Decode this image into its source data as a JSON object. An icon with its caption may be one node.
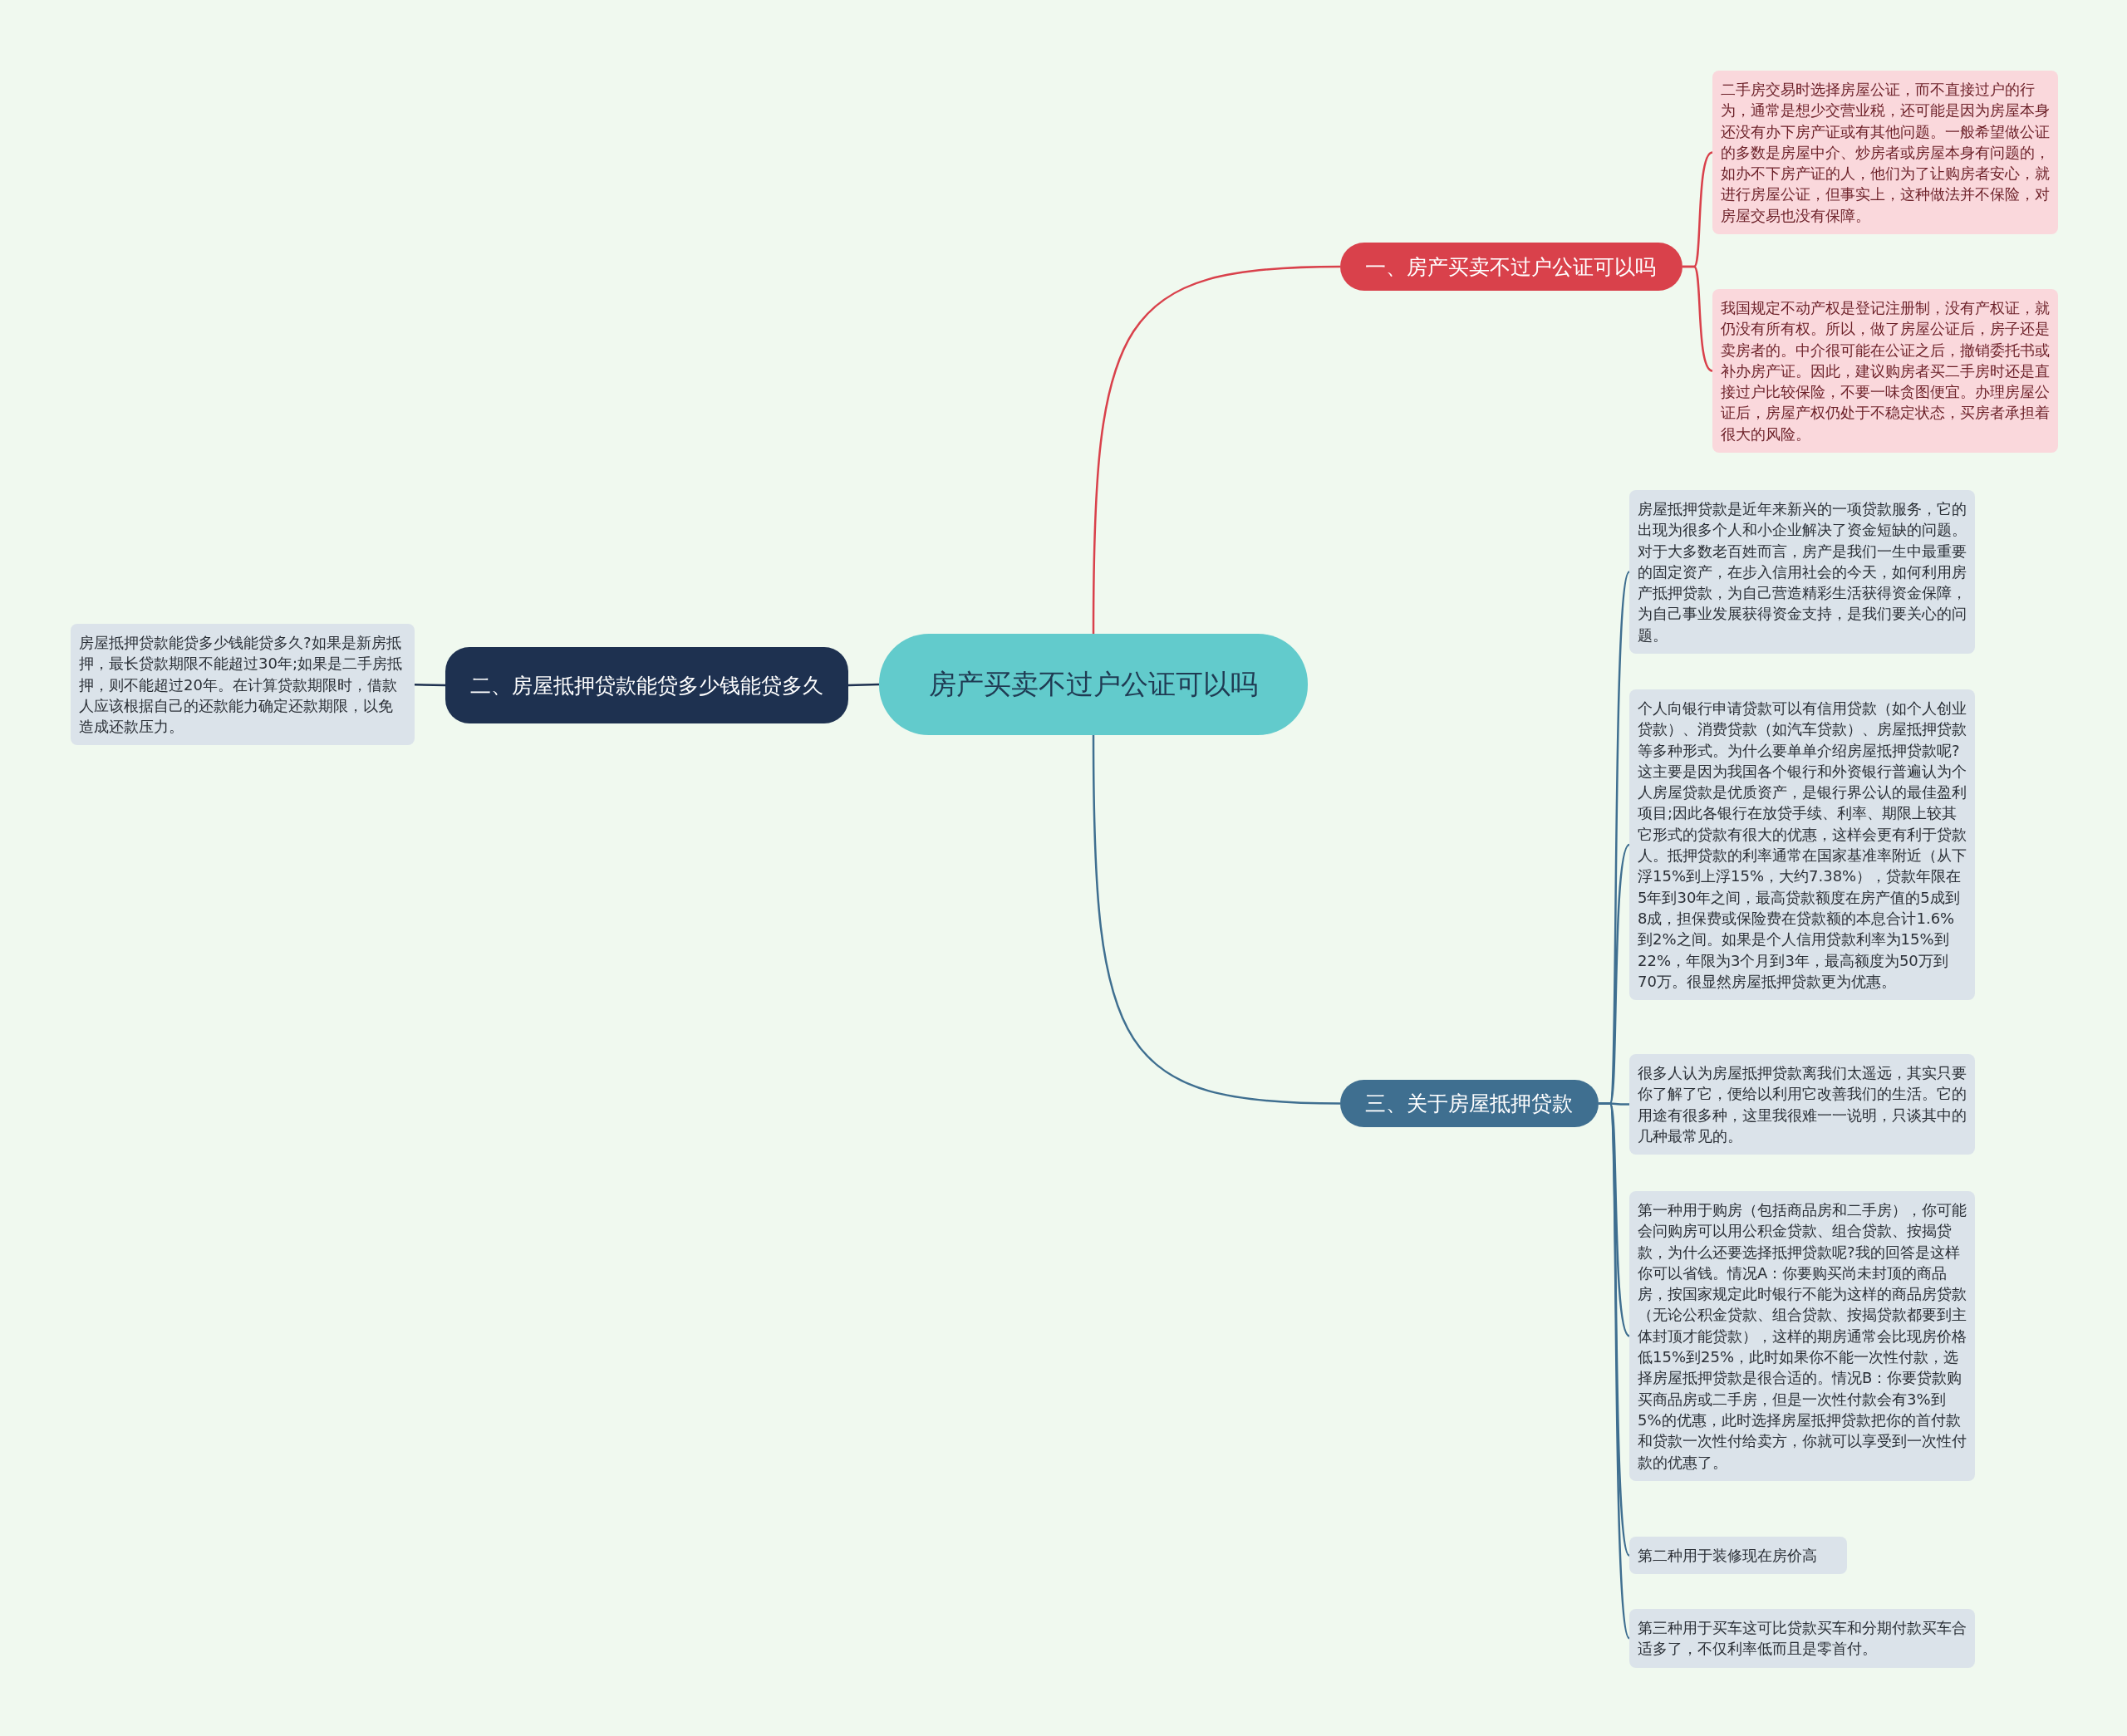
{
  "diagram": {
    "nodes": [
      {
        "text": [
          "房产买卖不过户公证可以吗"
        ]
      },
      {
        "text": [
          "一、房产买卖不过户公证可以吗"
        ]
      },
      {
        "text": [
          "二手房交易时选择房屋公证，而不直接过户的行为，通常是想少交营业税，还可能是因为房屋本身还没有办下房产证或有其他问题。一般希望做公证的多数是房屋中介、炒房者或房屋本身有问题的，如办不下房产证的人，他们为了让购房者安心，就进行房屋公证，但事实上，这种做法并不保险，对房屋交易也没有保障。"
        ]
      },
      {
        "text": [
          "我国规定不动产权是登记注册制，没有产权证，就仍没有所有权。所以，做了房屋公证后，房子还是卖房者的。中介很可能在公证之后，撤销委托书或补办房产证。因此，建议购房者买二手房时还是直接过户比较保险，不要一味贪图便宜。办理房屋公证后，房屋产权仍处于不稳定状态，买房者承担着很大的风险。"
        ]
      },
      {
        "text": [
          "二、房屋抵押贷款能贷多少钱能贷多久"
        ]
      },
      {
        "text": [
          "房屋抵押贷款能贷多少钱能贷多久?如果是新房抵押，最长贷款期限不能超过30年;如果是二手房抵押，则不能超过20年。在计算贷款期限时，借款人应该根据自己的还款能力确定还款期限，以免造成还款压力。"
        ]
      },
      {
        "text": [
          "三、关于房屋抵押贷款"
        ]
      },
      {
        "text": [
          "房屋抵押贷款是近年来新兴的一项贷款服务，它的出现为很多个人和小企业解决了资金短缺的问题。对于大多数老百姓而言，房产是我们一生中最重要的固定资产，在步入信用社会的今天，如何利用房产抵押贷款，为自己营造精彩生活获得资金保障，为自己事业发展获得资金支持，是我们要关心的问题。"
        ]
      },
      {
        "text": [
          "个人向银行申请贷款可以有信用贷款（如个人创业贷款）、消费贷款（如汽车贷款）、房屋抵押贷款等多种形式。为什么要单单介绍房屋抵押贷款呢?这主要是因为我国各个银行和外资银行普遍认为个人房屋贷款是优质资产，是银行界公认的最佳盈利项目;因此各银行在放贷手续、利率、期限上较其它形式的贷款有很大的优惠，这样会更有利于贷款人。抵押贷款的利率通常在国家基准率附近（从下浮15%到上浮15%，大约7.38%），贷款年限在5年到30年之间，最高贷款额度在房产值的5成到8成，担保费或保险费在贷款额的本息合计1.6%到2%之间。如果是个人信用贷款利率为15%到22%，年限为3个月到3年，最高额度为50万到70万。很显然房屋抵押贷款更为优惠。"
        ]
      },
      {
        "text": [
          "很多人认为房屋抵押贷款离我们太遥远，其实只要你了解了它，便给以利用它改善我们的生活。它的用途有很多种，这里我很难一一说明，只谈其中的几种最常见的。"
        ]
      },
      {
        "text": [
          "第一种用于购房（包括商品房和二手房），你可能会问购房可以用公积金贷款、组合贷款、按揭贷款，为什么还要选择抵押贷款呢?我的回答是这样你可以省钱。情况A：你要购买尚未封顶的商品房，按国家规定此时银行不能为这样的商品房贷款（无论公积金贷款、组合贷款、按揭贷款都要到主体封顶才能贷款），这样的期房通常会比现房价格低15%到25%，此时如果你不能一次性付款，选择房屋抵押贷款是很合适的。情况B：你要贷款购买商品房或二手房，但是一次性付款会有3%到5%的优惠，此时选择房屋抵押贷款把你的首付款和贷款一次性付给卖方，你就可以享受到一次性付款的优惠了。"
        ]
      },
      {
        "text": [
          "第二种用于装修现在房价高"
        ]
      },
      {
        "text": [
          "第三种用于买车这可比贷款买车和分期付款买车合适多了，不仅利率低而且是零首付。"
        ]
      }
    ],
    "edges": [
      {
        "from": 0,
        "to": 1,
        "arrow": "none",
        "color": "#d9414b"
      },
      {
        "from": 1,
        "to": 2,
        "arrow": "none",
        "color": "#d9414b"
      },
      {
        "from": 1,
        "to": 3,
        "arrow": "none",
        "color": "#d9414b"
      },
      {
        "from": 0,
        "to": 4,
        "arrow": "none",
        "color": "#1e3150"
      },
      {
        "from": 4,
        "to": 5,
        "arrow": "none",
        "color": "#1e3150"
      },
      {
        "from": 0,
        "to": 6,
        "arrow": "none"
      },
      {
        "from": 6,
        "to": 7,
        "arrow": "none"
      },
      {
        "from": 6,
        "to": 8,
        "arrow": "none"
      },
      {
        "from": 6,
        "to": 9,
        "arrow": "none"
      },
      {
        "from": 6,
        "to": 10,
        "arrow": "none"
      },
      {
        "from": 6,
        "to": 11,
        "arrow": "none"
      },
      {
        "from": 6,
        "to": 12,
        "arrow": "none"
      }
    ]
  }
}
